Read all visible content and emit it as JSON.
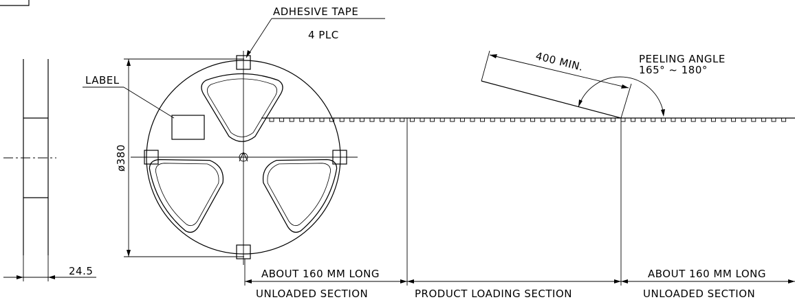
{
  "labels": {
    "adhesive_tape": "ADHESIVE TAPE",
    "plc": "4 PLC",
    "label": "LABEL",
    "diameter": "ø380",
    "width": "24.5",
    "min_length": "400 MIN.",
    "peeling_angle": "PEELING ANGLE",
    "angle_range": "165° ~ 180°",
    "about_left": "ABOUT 160 MM LONG",
    "unloaded_left": "UNLOADED SECTION",
    "product_loading": "PRODUCT LOADING SECTION",
    "about_right": "ABOUT 160 MM LONG",
    "unloaded_right": "UNLOADED SECTION"
  }
}
